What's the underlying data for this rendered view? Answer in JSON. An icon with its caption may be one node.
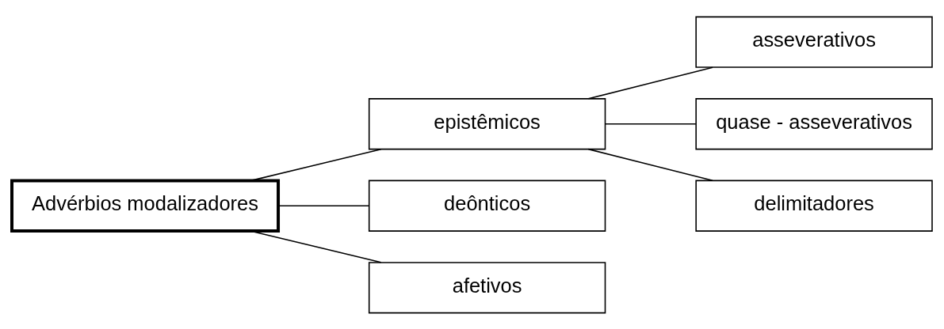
{
  "diagram": {
    "nodes": [
      {
        "text": [
          "Advérbios modalizadores"
        ]
      },
      {
        "text": [
          "epistêmicos"
        ]
      },
      {
        "text": [
          "deônticos"
        ]
      },
      {
        "text": [
          "afetivos"
        ]
      },
      {
        "text": [
          "asseverativos"
        ]
      },
      {
        "text": [
          "quase - asseverativos"
        ]
      },
      {
        "text": [
          "delimitadores"
        ]
      }
    ],
    "edges": [
      {
        "from": 0,
        "to": 1,
        "arrow": "none"
      },
      {
        "from": 0,
        "to": 2,
        "arrow": "none"
      },
      {
        "from": 0,
        "to": 3,
        "arrow": "none"
      },
      {
        "from": 1,
        "to": 4,
        "arrow": "none"
      },
      {
        "from": 1,
        "to": 5,
        "arrow": "none"
      },
      {
        "from": 1,
        "to": 6,
        "arrow": "none"
      }
    ]
  }
}
